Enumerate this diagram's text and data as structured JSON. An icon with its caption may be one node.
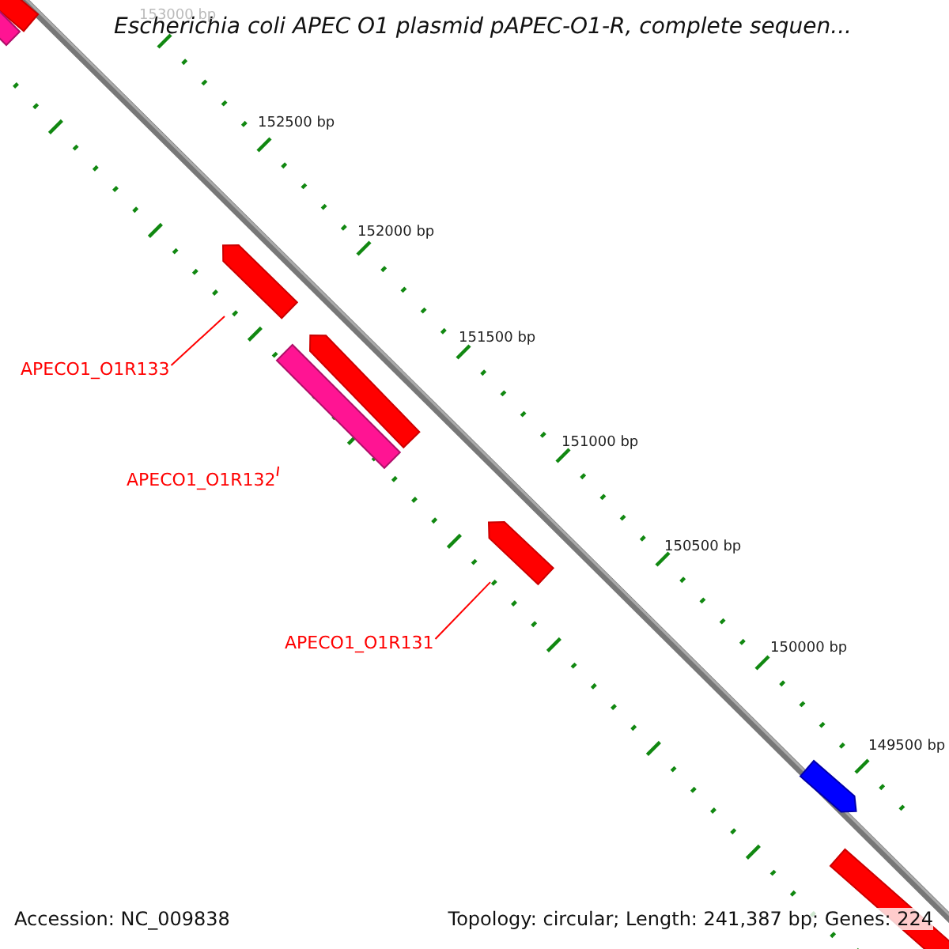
{
  "diagram": {
    "title": "Escherichia coli APEC O1 plasmid pAPEC-O1-R, complete sequen...",
    "nodes": [
      {
        "text": [],
        "shape": "bar"
      },
      {
        "text": [],
        "shape": "bar"
      },
      {
        "text": [],
        "shape": "bar"
      },
      {
        "text": [],
        "shape": "bar"
      },
      {
        "text": [],
        "shape": "bar"
      },
      {
        "text": [],
        "shape": "bar"
      },
      {
        "text": [],
        "shape": "bar"
      },
      {
        "text": [],
        "shape": "bar"
      },
      {
        "text": [
          "APECO1_O1R133"
        ]
      },
      {
        "text": [
          "APECO1_O1R132"
        ]
      },
      {
        "text": [
          "APECO1_O1R131"
        ]
      }
    ],
    "edges": [
      {
        "from": 8,
        "to": 2,
        "arrow": "none"
      },
      {
        "from": 9,
        "to": 3,
        "arrow": "none"
      },
      {
        "from": 10,
        "to": 5,
        "arrow": "none"
      }
    ],
    "labels": [
      "153000 bp",
      "152500 bp",
      "152000 bp",
      "151500 bp",
      "151000 bp",
      "150500 bp",
      "150000 bp",
      "149500 bp",
      "Accession: NC_009838",
      "Topology: circular; Length: 241,387 bp; Genes: 224"
    ]
  }
}
